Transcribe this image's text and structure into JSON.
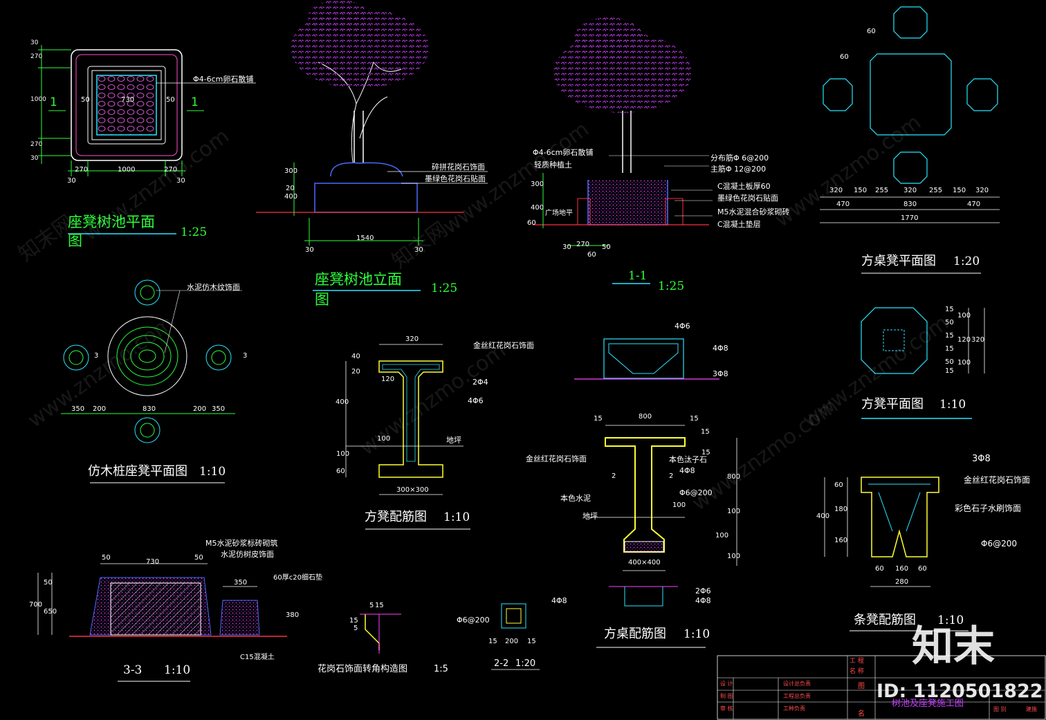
{
  "drawing": {
    "sheet_title": "树池及座凳施工图",
    "titles": {
      "pool_plan": "座凳树池平面",
      "pool_plan_2": "图",
      "pool_plan_scale": "1:25",
      "pool_elev": "座凳树池立面",
      "pool_elev_2": "图",
      "pool_elev_scale": "1:25",
      "sec11": "1-1",
      "sec11_scale": "1:25",
      "table_plan": "方桌凳平面图",
      "table_plan_scale": "1:20",
      "log_plan": "仿木桩座凳平面图",
      "log_plan_scale": "1:10",
      "stool_rebar": "方凳配筋图",
      "stool_rebar_scale": "1:10",
      "stool_plan": "方凳平面图",
      "stool_plan_scale": "1:10",
      "table_rebar": "方桌配筋图",
      "table_rebar_scale": "1:10",
      "bench_rebar": "条凳配筋图",
      "bench_rebar_scale": "1:10",
      "sec33": "3-3",
      "sec33_scale": "1:10",
      "granite_corner": "花岗石饰面转角构造图",
      "granite_corner_scale": "1:5",
      "sec22": "2-2",
      "sec22_scale": "1:20"
    },
    "labels": {
      "pebble": "Φ4-6cm卵石散铺",
      "sec_mark": "1",
      "broken_granite": "碎拼花岗石饰面",
      "dark_green_granite": "墨绿色花岗石贴面",
      "pebble2": "Φ4-6cm卵石散铺",
      "light_soil": "轻质种植土",
      "dist_bar": "分布筋Φ 6@200",
      "main_bar": "主筋Φ 12@200",
      "c_slab": "C混凝土板厚60",
      "dark_green_granite2": "墨绿色花岗石贴面",
      "m5_brick": "M5水泥混合砂浆砌砖",
      "c_cushion": "C混凝土垫层",
      "ground": "广场地平",
      "cement_wood": "水泥仿木纹饰面",
      "gold_red_granite": "金丝红花岗石饰面",
      "bar_2p4": "2Φ4",
      "bar_4p6": "4Φ6",
      "floor": "地坪",
      "bar_4p6b": "4Φ6",
      "bar_4p8": "4Φ8",
      "bar_3p8": "3Φ8",
      "gold_red_granite2": "金丝红花岗石饰面",
      "natural_stone": "本色汰子石",
      "bar_4p8b": "4Φ8",
      "p6_200": "Φ6@200",
      "natural_cement": "本色水泥",
      "floor2": "地坪",
      "bar_2p6": "2Φ6",
      "bar_4p8c": "4Φ8",
      "bar_3p8b": "3Φ8",
      "gold_red_granite3": "金丝红花岗石饰面",
      "colored_stone": "彩色石子水刷饰面",
      "p6_200b": "Φ6@200",
      "m5_brick2": "M5水泥砂浆标砖砌筑",
      "cement_bark": "水泥仿树皮饰面",
      "c20_stone": "60厚c20细石垫",
      "c15": "C15混凝土",
      "p6_200c": "Φ6@200",
      "bar_4p8d": "4Φ8"
    },
    "dims": {
      "pp_30a": "30",
      "pp_270a": "270",
      "pp_1000a": "1000",
      "pp_270b": "270",
      "pp_30b": "30",
      "pp_50a": "50",
      "pp_730": "730",
      "pp_50b": "50",
      "pp_b30a": "30",
      "pp_b270a": "270",
      "pp_b1000": "1000",
      "pp_b270b": "270",
      "pp_b30b": "30",
      "pe_300": "300",
      "pe_20": "20",
      "pe_400": "400",
      "pe_1540": "1540",
      "pe_30a": "30",
      "pe_30b": "30",
      "s1_300": "300",
      "s1_400": "400",
      "s1_60": "60",
      "s1_30": "30",
      "s1_270": "270",
      "s1_50": "50",
      "s1_60b": "60",
      "tp_60a": "60",
      "tp_60b": "60",
      "tp_320a": "320",
      "tp_150a": "150",
      "tp_255a": "255",
      "tp_320b": "320",
      "tp_255b": "255",
      "tp_150b": "150",
      "tp_320c": "320",
      "tp_470a": "470",
      "tp_830": "830",
      "tp_470b": "470",
      "tp_1770": "1770",
      "lp_3a": "3",
      "lp_3b": "3",
      "lp_350a": "350",
      "lp_200a": "200",
      "lp_830": "830",
      "lp_200b": "200",
      "lp_350b": "350",
      "sr_320": "320",
      "sr_40": "40",
      "sr_20": "20",
      "sr_120": "120",
      "sr_400": "400",
      "sr_100": "100",
      "sr_100b": "100",
      "sr_60": "60",
      "sr_300": "300×300",
      "sp_15a": "15",
      "sp_50a": "50",
      "sp_100a": "100",
      "sp_15b": "15",
      "sp_120": "120",
      "sp_15c": "15",
      "sp_100b": "100",
      "sp_50b": "50",
      "sp_15d": "15",
      "sp_320": "320",
      "tr_15a": "15",
      "tr_800": "800",
      "tr_15b": "15",
      "tr_15c": "15",
      "tr_2a": "2",
      "tr_2b": "2",
      "tr_100a": "100",
      "tr_800v": "800",
      "tr_100b": "100",
      "tr_100c": "100",
      "tr_100d": "100",
      "tr_400": "400×400",
      "tr_15v": "15",
      "br_60a": "60",
      "br_180": "180",
      "br_160": "160",
      "br_400": "400",
      "br_60b": "60",
      "br_160b": "160",
      "br_60c": "60",
      "br_280": "280",
      "s3_50a": "50",
      "s3_730": "730",
      "s3_50b": "50",
      "s3_350": "350",
      "s3_50v": "50",
      "s3_700": "700",
      "s3_650": "650",
      "s3_380": "380",
      "gc_5": "5",
      "gc_15": "15",
      "gc_15v": "15",
      "gc_5v": "5",
      "s2_15a": "15",
      "s2_200": "200",
      "s2_15b": "15"
    },
    "title_block": {
      "project": "工  程",
      "name": "名  称",
      "design": "设  计",
      "draw": "制  图",
      "check": "审  核",
      "design_head": "设计总负责",
      "eng_head": "工程总负责",
      "tech_head": "工种负责",
      "fig": "图",
      "fig_name": "名",
      "fig_no": "图 别",
      "sheet_type": "建施"
    },
    "branding": {
      "logo": "知末",
      "id": "ID: 1120501822",
      "watermark": "www.znzmo.com",
      "watermark_cn": "知末网"
    }
  }
}
